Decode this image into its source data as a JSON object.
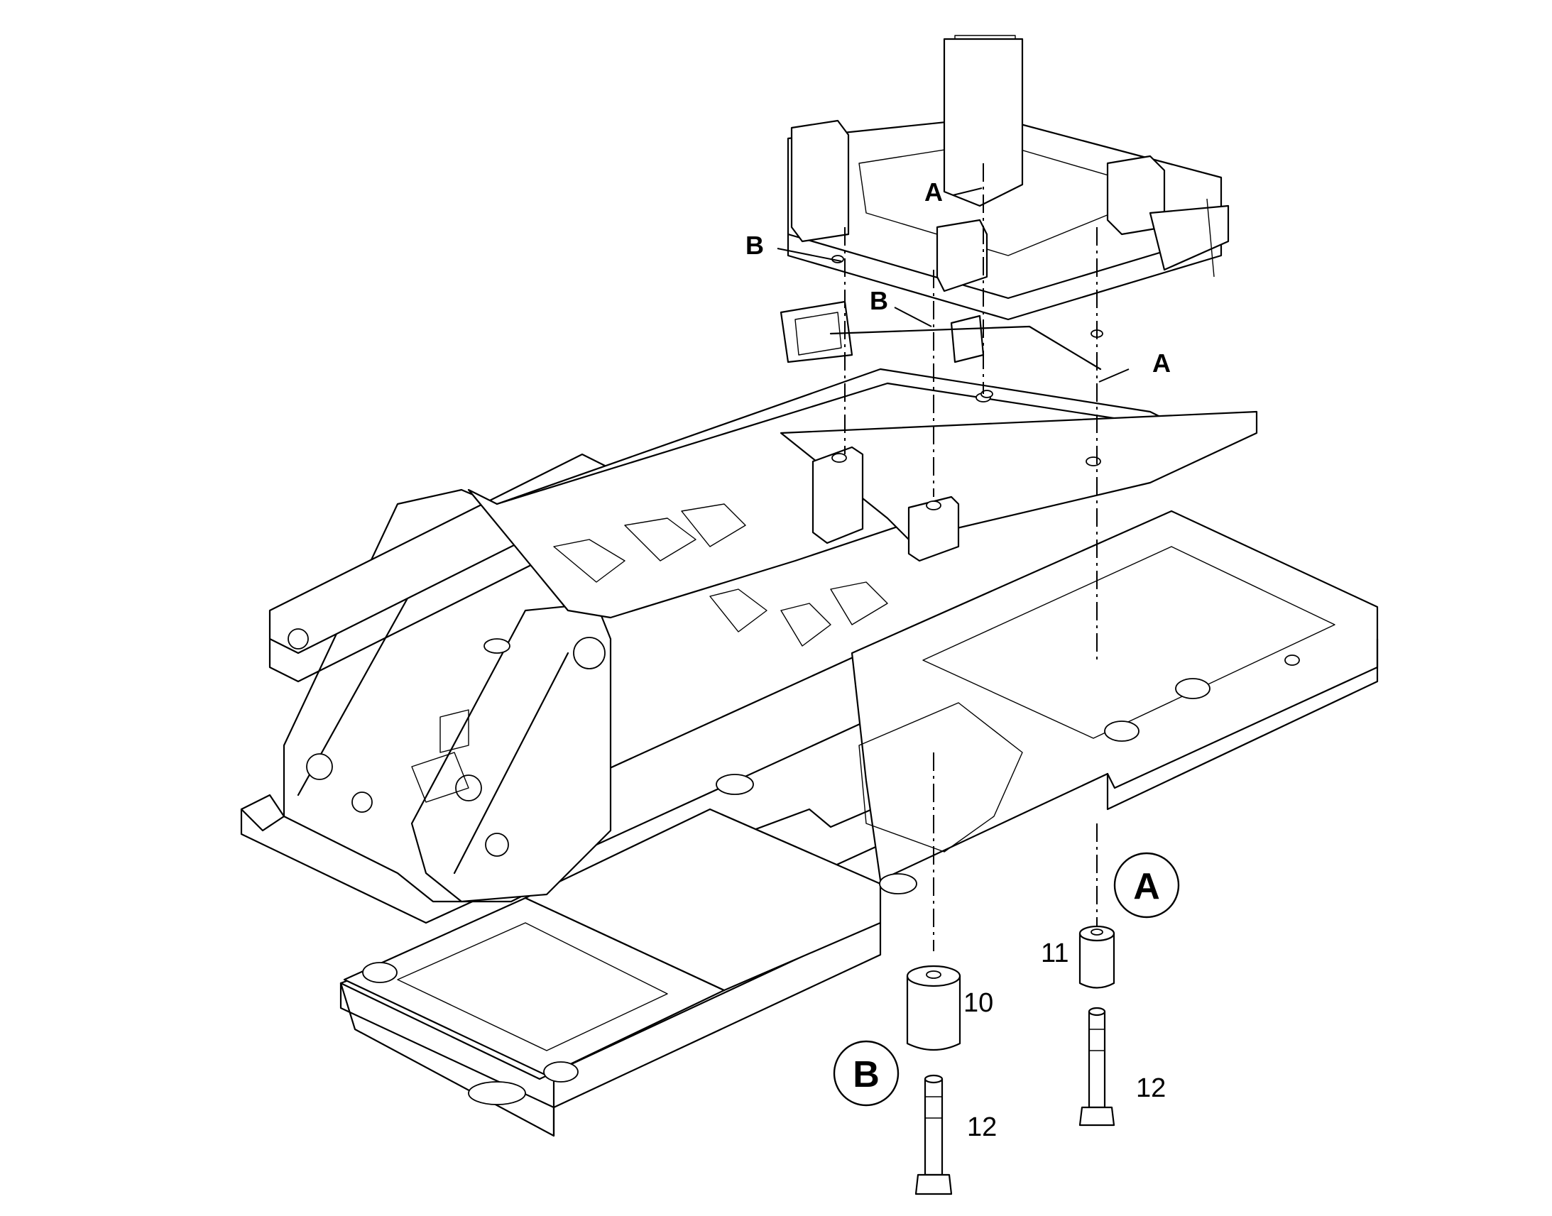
{
  "callouts": {
    "a_top": "A",
    "a_right": "A",
    "b_left": "B",
    "b_mid": "B"
  },
  "detail_labels": {
    "a": "A",
    "b": "B"
  },
  "part_numbers": {
    "spacer_b": "10",
    "spacer_a": "11",
    "bolt_b": "12",
    "bolt_a": "12"
  }
}
